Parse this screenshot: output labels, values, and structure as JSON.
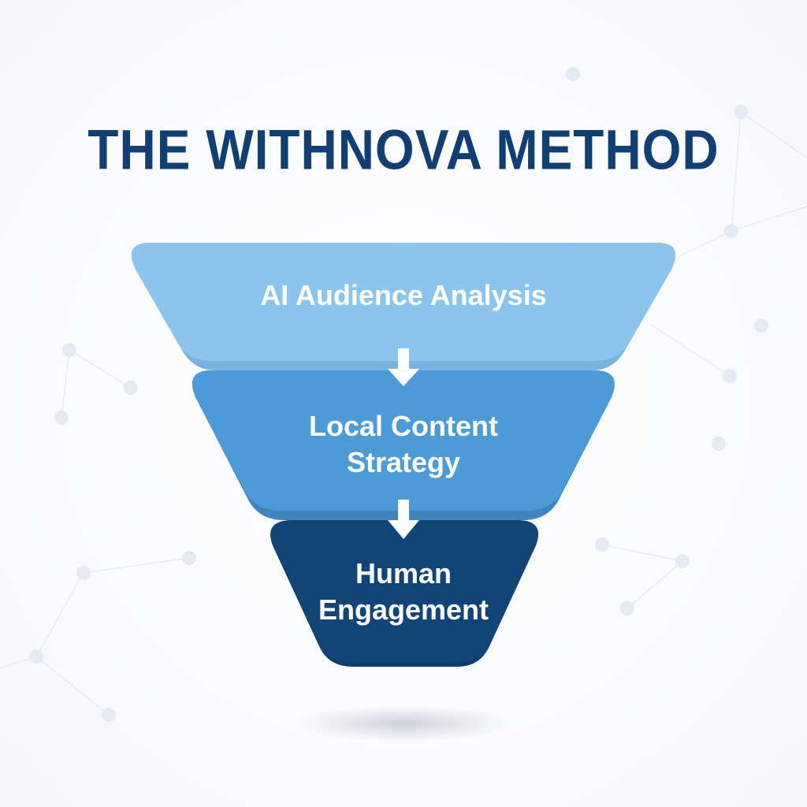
{
  "title": "THE WITHNOVA METHOD",
  "stages": [
    {
      "lines": [
        "AI Audience Analysis"
      ],
      "color": "#8cc5ec"
    },
    {
      "lines": [
        "Local Content",
        "Strategy"
      ],
      "color": "#4d9bd6"
    },
    {
      "lines": [
        "Human",
        "Engagement"
      ],
      "color": "#0f3f73"
    }
  ],
  "arrow_icon": "arrow-down-icon",
  "colors": {
    "title": "#123f73",
    "arrow": "#ffffff",
    "network": "#e3e9f2"
  }
}
